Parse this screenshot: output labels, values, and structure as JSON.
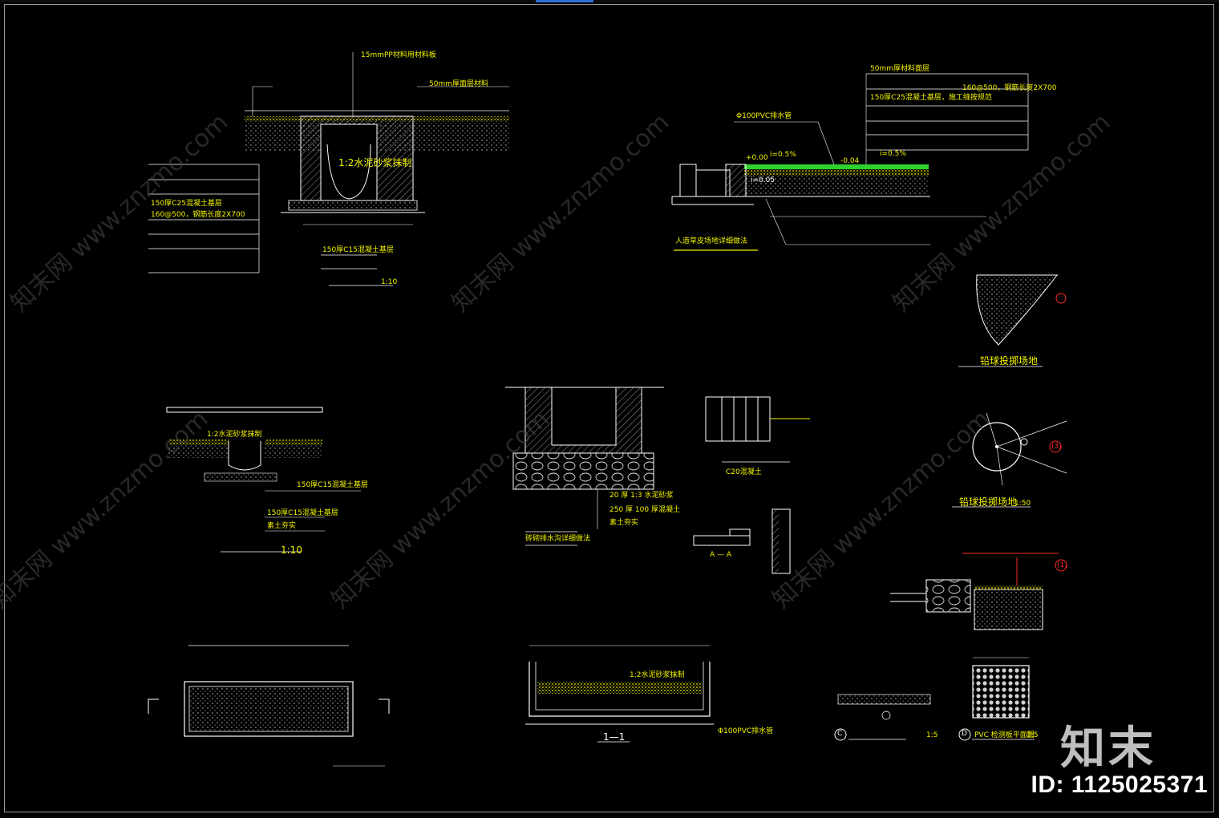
{
  "brand": "知末",
  "id_text": "ID: 1125025371",
  "watermark": "知末网 www.znzmo.com",
  "texts": {
    "t1": "15mmPP材料用材料板",
    "t2": "50mm厚面层材料",
    "t3": "1:2水泥砂浆抹制",
    "t4": "150厚C25混凝土基层",
    "t5": "150厚C15混凝土基层",
    "t6": "150厚C25混凝土基层，施工缝按规范",
    "t7": "160@500，钢筋长度2X700",
    "t8": "1:10",
    "t9": "Φ100PVC排水管",
    "t10": "i=0.5%",
    "t11": "i=0.05",
    "t12": "-0.04",
    "t13": "+0.00",
    "t14": "50mm厚材料面层",
    "t15": "150厚C25混凝土基层，施工缝按规范",
    "t16": "160@500，钢筋长度2X700",
    "t17": "人造草皮场地详细做法",
    "t18": "1:2水泥砂浆抹制",
    "t19": "150厚C15混凝土基层",
    "t20": "150厚C15混凝土基层",
    "t21": "素土夯实",
    "t22": "1:10",
    "t23": "20  厚  1:3  水泥砂浆",
    "t24": "250  厚  100  厚混凝土",
    "t25": "素土夯实",
    "t26": "砖砌排水沟详细做法",
    "t27": "C20混凝土",
    "t28": "铅球投掷场地",
    "t29": "铅球投掷场地",
    "t30": "1:50",
    "t31": "1:2水泥砂浆抹制",
    "t32": "Φ100PVC排水管",
    "t33": "1—1",
    "t34": "PVC 检测板平面图",
    "t35": "C",
    "t36": "D",
    "t37": "1:5",
    "t38": "1:5",
    "t39": "A — A",
    "t40": "(3)",
    "t41": "(1)"
  }
}
